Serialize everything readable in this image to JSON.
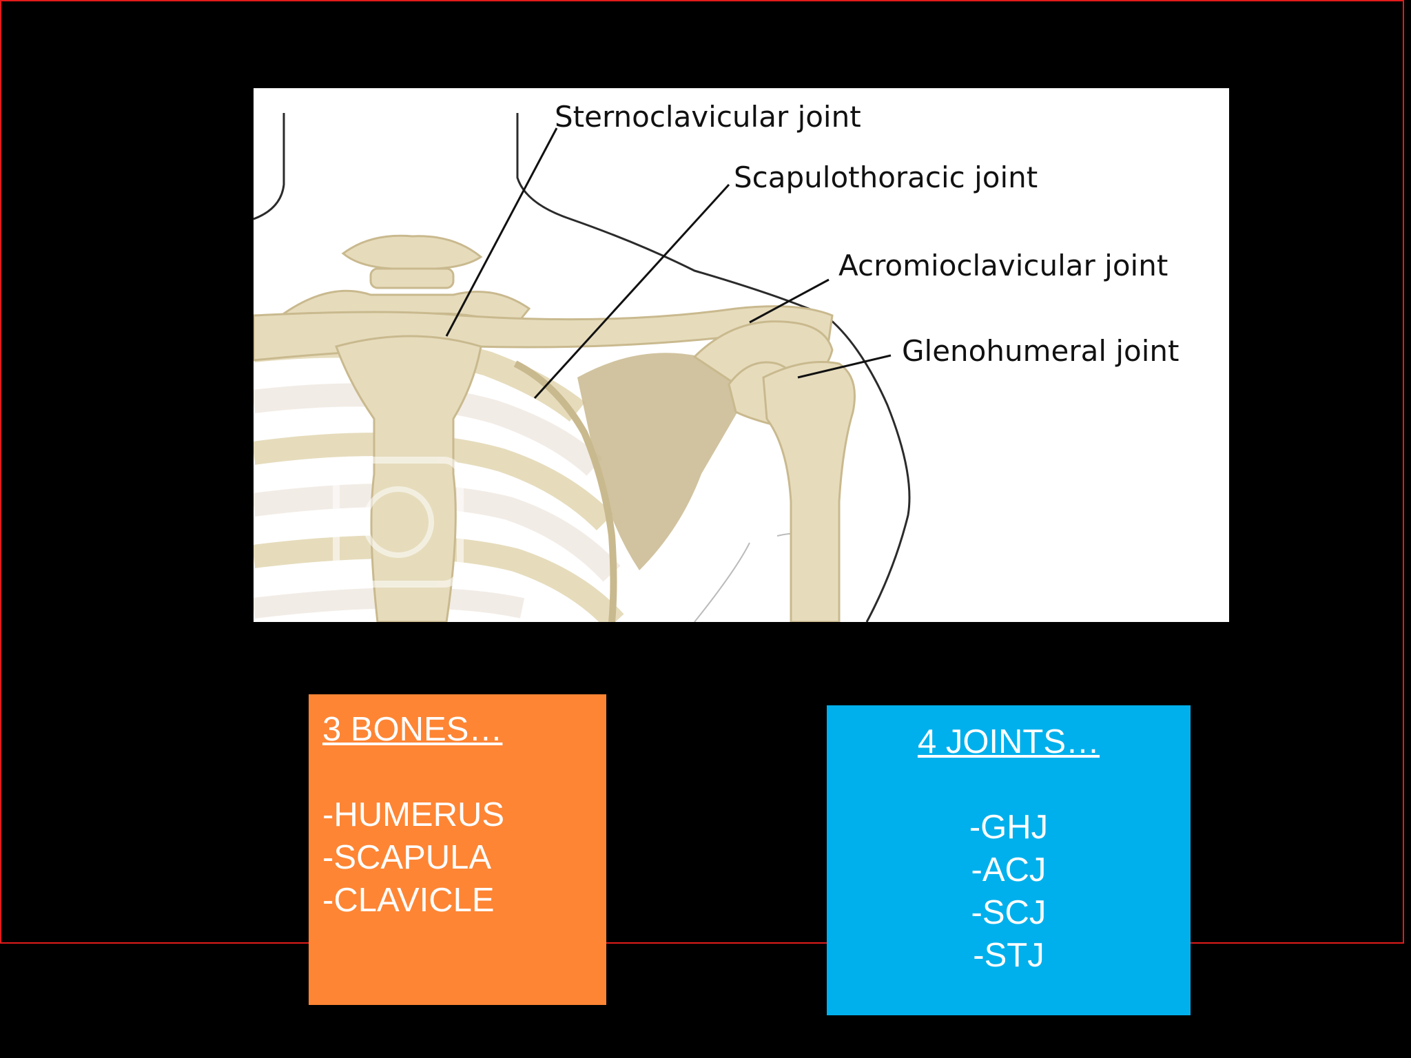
{
  "diagram": {
    "labels": {
      "sternoclavicular": "Sternoclavicular joint",
      "scapulothoracic": "Scapulothoracic joint",
      "acromioclavicular": "Acromioclavicular joint",
      "glenohumeral": "Glenohumeral joint"
    },
    "colors": {
      "bone": "#e6dcbc",
      "bone_shadow": "#c9b98e",
      "cartilage": "#f2ece6",
      "outline": "#2b2b2b"
    }
  },
  "bones_box": {
    "heading": "3 BONES…",
    "items": [
      "-HUMERUS",
      "-SCAPULA",
      "-CLAVICLE"
    ],
    "color": "#fe8534"
  },
  "joints_box": {
    "heading": "4 JOINTS…",
    "items": [
      "-GHJ",
      "-ACJ",
      "-SCJ",
      "-STJ"
    ],
    "color": "#00b0ec"
  },
  "frame_color": "#e21b1b"
}
